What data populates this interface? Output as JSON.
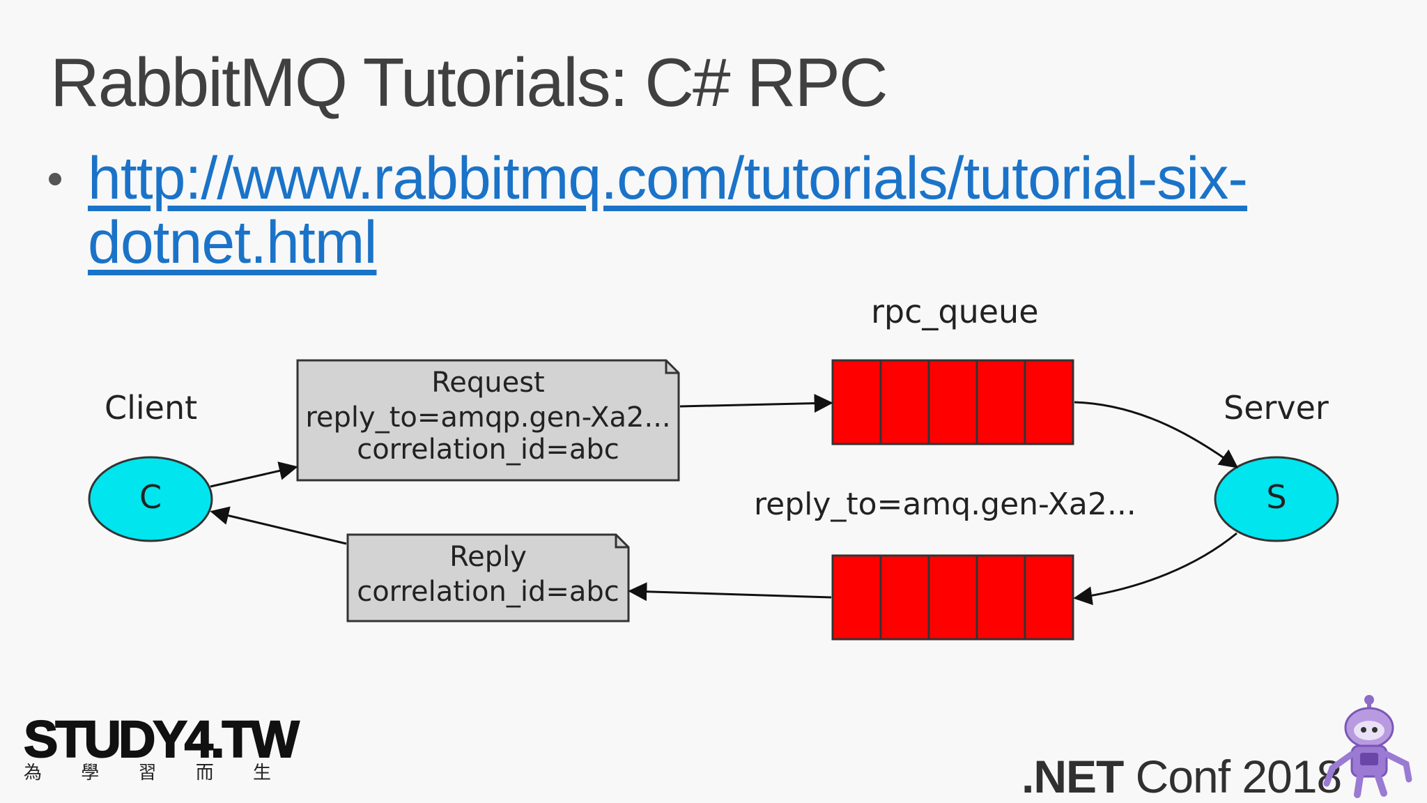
{
  "slide": {
    "title": "RabbitMQ Tutorials: C# RPC",
    "link": "http://www.rabbitmq.com/tutorials/tutorial-six-dotnet.html"
  },
  "diagram": {
    "client_label": "Client",
    "client_node": "C",
    "server_label": "Server",
    "server_node": "S",
    "request_queue_label": "rpc_queue",
    "reply_queue_label": "reply_to=amq.gen-Xa2...",
    "request_message": {
      "title": "Request",
      "line1": "reply_to=amqp.gen-Xa2...",
      "line2": "correlation_id=abc"
    },
    "reply_message": {
      "title": "Reply",
      "line1": "correlation_id=abc"
    },
    "colors": {
      "node_fill": "#00e5ee",
      "queue_fill": "#ff0000",
      "message_fill": "#d3d3d3",
      "link": "#1a73c8"
    }
  },
  "footer": {
    "study_logo": "STUDY4.TW",
    "study_sub": [
      "為",
      "學",
      "習",
      "而",
      "生"
    ],
    "conf_bold": ".NET",
    "conf_rest": " Conf 2018"
  }
}
